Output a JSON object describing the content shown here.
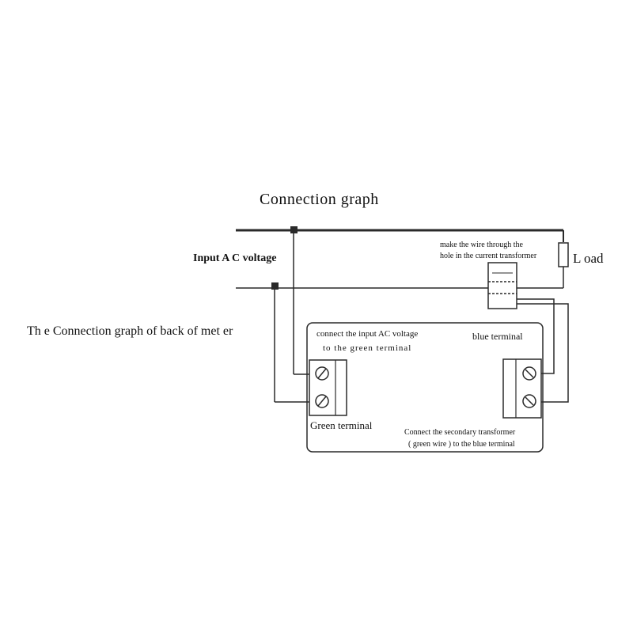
{
  "diagram": {
    "title": "Connection graph",
    "input_label": "Input A C voltage",
    "back_label": "Th e Connection graph of back of met er",
    "load_label": "L oad",
    "ct_note_line1": "make the wire through the",
    "ct_note_line2": "hole in the current transformer",
    "green_note_line1": "connect the input AC voltage",
    "green_note_line2": "to the green terminal",
    "blue_terminal_label": "blue terminal",
    "green_terminal_label": "Green terminal",
    "secondary_note_line1": "Connect the secondary transformer",
    "secondary_note_line2": "( green wire ) to the blue terminal"
  },
  "colors": {
    "line": "#2a2a2a",
    "text": "#111111"
  }
}
